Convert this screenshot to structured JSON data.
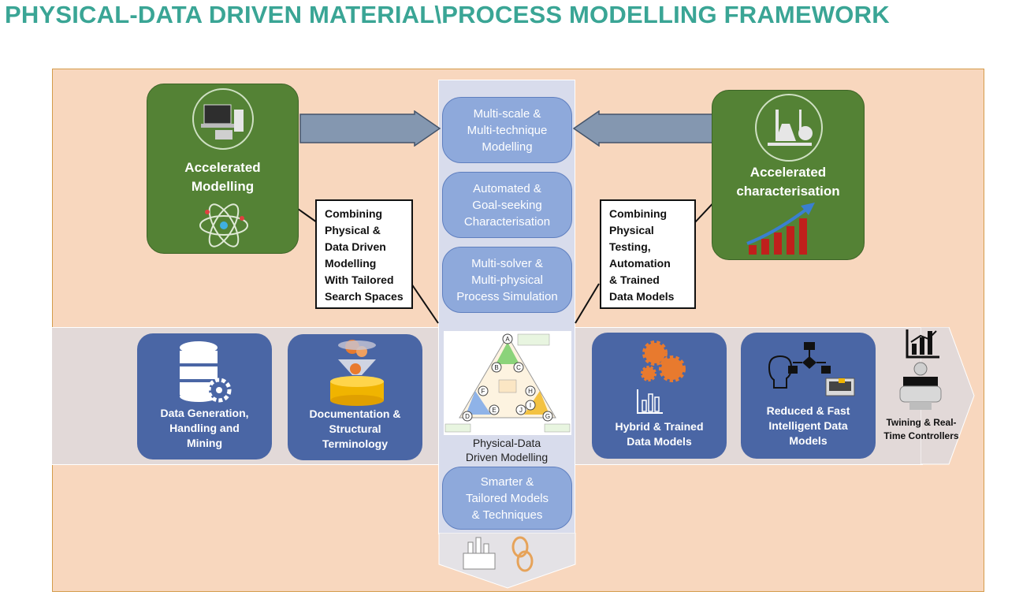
{
  "title": "PHYSICAL-DATA DRIVEN MATERIAL\\PROCESS MODELLING FRAMEWORK",
  "colors": {
    "title": "#3aa595",
    "frame": "#f8d7be",
    "green": "#548235",
    "oval": "#8ea9db",
    "blue_box": "#4a66a5"
  },
  "left_green": {
    "label": "Accelerated\nModelling",
    "icons": [
      "computer-icon",
      "atom-icon"
    ]
  },
  "right_green": {
    "label": "Accelerated\ncharacterisation",
    "icons": [
      "laboratory-icon",
      "growth-chart-icon"
    ]
  },
  "center_ovals": [
    "Multi-scale &\nMulti-technique\nModelling",
    "Automated &\nGoal-seeking\nCharacterisation",
    "Multi-solver &\nMulti-physical\nProcess Simulation",
    "Smarter &\nTailored Models\n& Techniques"
  ],
  "left_callout": "Combining\nPhysical &\nData Driven\nModelling\nWith Tailored\nSearch Spaces",
  "right_callout": "Combining\nPhysical\nTesting,\nAutomation\n& Trained\nData Models",
  "band_boxes": [
    {
      "label": "Data Generation,\nHandling and\nMining",
      "icon": "database-gear-icon"
    },
    {
      "label": "Documentation &\nStructural\nTerminology",
      "icon": "funnel-icon"
    },
    {
      "label": "Hybrid & Trained\nData Models",
      "icon": "gears-chart-icon"
    },
    {
      "label": "Reduced & Fast\nIntelligent Data\nModels",
      "icon": "ai-flowchart-icon"
    }
  ],
  "center_diagram": {
    "label": "Physical-Data\nDriven Modelling",
    "nodes": [
      "A",
      "B",
      "C",
      "D",
      "E",
      "F",
      "G",
      "H",
      "I",
      "J"
    ]
  },
  "twinning": {
    "label": "Twining & Real-\nTime Controllers",
    "icons": [
      "bar-chart-icon",
      "robot-icon"
    ]
  },
  "bottom_icons": [
    "factory-icon",
    "chain-icon"
  ]
}
